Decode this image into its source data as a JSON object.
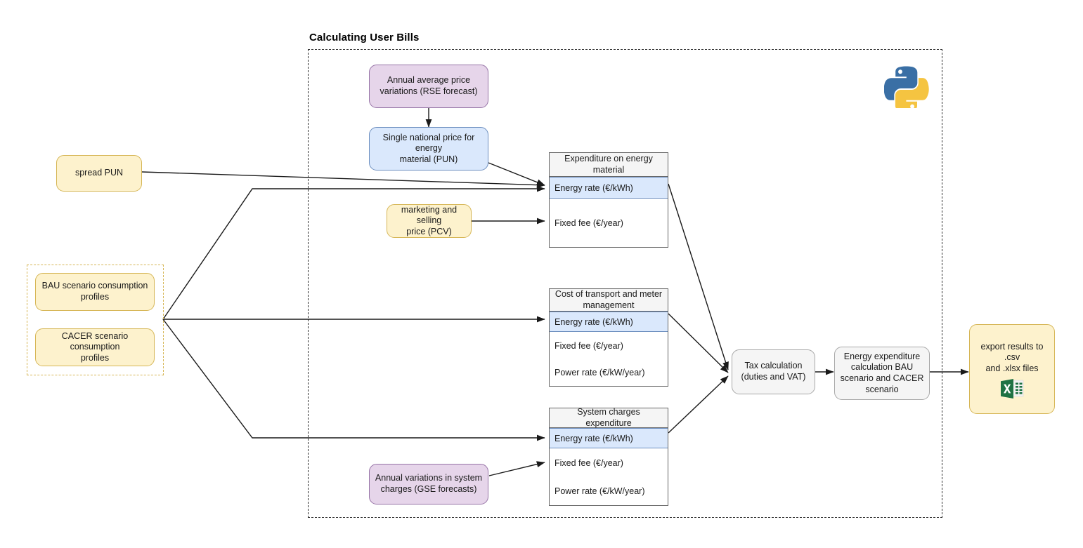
{
  "diagram": {
    "title": "Calculating User Bills",
    "platform_icon": "python-logo-icon"
  },
  "inputs": {
    "spread_pun": "spread PUN",
    "bau_profiles": "BAU scenario consumption\nprofiles",
    "cacer_profiles": "CACER scenario consumption\nprofiles",
    "rse_forecast": "Annual average price\nvariations (RSE forecast)",
    "pun": "Single national price for energy\nmaterial (PUN)",
    "pcv": "marketing and selling\nprice (PCV)",
    "gse_forecast": "Annual variations in system\ncharges (GSE forecasts)"
  },
  "tables": [
    {
      "header": "Expenditure on energy\nmaterial",
      "rows": [
        {
          "label": "Energy rate (€/kWh)",
          "highlight": true
        },
        {
          "label": "Fixed fee (€/year)",
          "highlight": false
        }
      ]
    },
    {
      "header": "Cost of transport and meter\nmanagement",
      "rows": [
        {
          "label": "Energy rate (€/kWh)",
          "highlight": true
        },
        {
          "label": "Fixed fee (€/year)",
          "highlight": false
        },
        {
          "label": "Power rate (€/kW/year)",
          "highlight": false
        }
      ]
    },
    {
      "header": "System charges expenditure",
      "rows": [
        {
          "label": "Energy rate (€/kWh)",
          "highlight": true
        },
        {
          "label": "Fixed fee (€/year)",
          "highlight": false
        },
        {
          "label": "Power rate (€/kW/year)",
          "highlight": false
        }
      ]
    }
  ],
  "processing": {
    "tax": "Tax calculation\n(duties and VAT)",
    "energy_expenditure": "Energy expenditure\ncalculation BAU\nscenario and CACER\nscenario"
  },
  "output": {
    "export": "export results to .csv\nand .xlsx files",
    "export_icon": "excel-file-icon"
  },
  "colors": {
    "yellow_fill": "#fdf2cd",
    "yellow_stroke": "#d6b656",
    "purple_fill": "#e6d5ea",
    "purple_stroke": "#9673a6",
    "blue_fill": "#dae8fc",
    "blue_stroke": "#6c8ebf",
    "grey_fill": "#f5f5f5",
    "grey_stroke": "#a8a8a8",
    "edge": "#1a1a1a",
    "excel_green": "#1f7244"
  }
}
